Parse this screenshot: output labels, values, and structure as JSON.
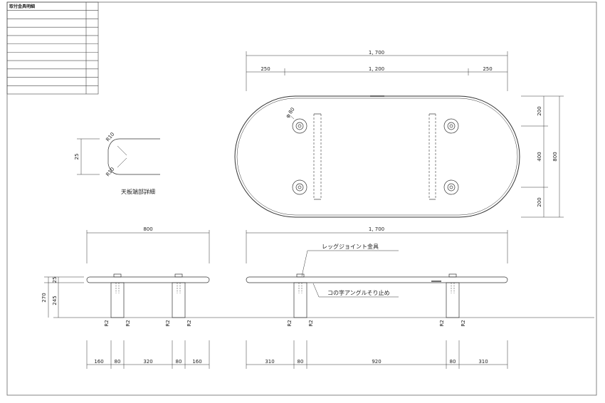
{
  "title_block": {
    "header": "取付金具明細",
    "row_count": 12
  },
  "plan_view": {
    "overall_width": "1, 700",
    "end_left": "250",
    "center_span": "1, 200",
    "end_right": "250",
    "dim_right_top": "200",
    "dim_right_mid": "400",
    "dim_right_bottom": "200",
    "dim_right_total": "800",
    "hole_dia": "φ 80"
  },
  "edge_detail": {
    "thickness": "25",
    "radius_top": "R10",
    "radius_bottom": "R10",
    "caption": "天板端部詳細"
  },
  "side_view": {
    "width": "800",
    "h_top": "25",
    "h_total": "270",
    "h_leg": "245",
    "leg_r": "R2",
    "b1": "160",
    "b2": "80",
    "b3": "320",
    "b4": "80",
    "b5": "160"
  },
  "front_view": {
    "width": "1, 700",
    "callout_joint": "レッグジョイント金具",
    "callout_angle": "コの字アングルそり止め",
    "leg_r": "R2",
    "b1": "310",
    "b2": "80",
    "b3": "920",
    "b4": "80",
    "b5": "310"
  }
}
